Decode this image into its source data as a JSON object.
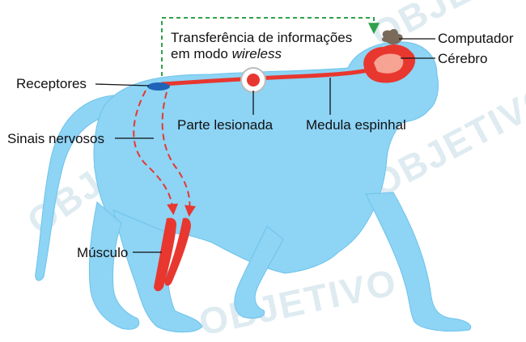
{
  "colors": {
    "body": "#8dd4f5",
    "body_stroke": "#6fc3ea",
    "spinal_cord": "#e8372f",
    "brain": "#e8372f",
    "brain_highlight": "#f7a393",
    "receptor": "#1f63b8",
    "computer": "#7a6a5a",
    "wireless_arrow": "#2fa14a",
    "nerve_arrow": "#e8372f",
    "watermark": "#6fa9c4"
  },
  "labels": {
    "wireless_line1": "Transferência de informações",
    "wireless_line2_prefix": "em modo ",
    "wireless_line2_italic": "wireless",
    "computer": "Computador",
    "brain": "Cérebro",
    "receptors": "Receptores",
    "injured_part": "Parte lesionada",
    "spinal_cord": "Medula espinhal",
    "nerve_signals": "Sinais nervosos",
    "muscle": "Músculo"
  },
  "watermark": {
    "text": "OBJETIVO"
  }
}
